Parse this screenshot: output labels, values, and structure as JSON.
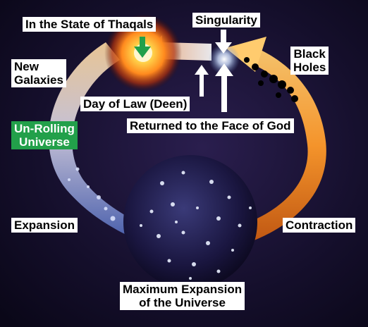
{
  "colors": {
    "space_dark": "#0a0718",
    "space_purple": "#2a1e4e",
    "hot_core": "#ff8a1e",
    "expansion_band": "#6e86c6",
    "contraction_band": "#ff9a2a",
    "label_bg": "#ffffff",
    "label_text": "#000000",
    "accent_green": "#22a04a",
    "arrow_white": "#ffffff"
  },
  "labels": {
    "state_of_thaqals": "In the State of Thaqals",
    "singularity": "Singularity",
    "black_holes": [
      "Black",
      "Holes"
    ],
    "new_galaxies": [
      "New",
      "Galaxies"
    ],
    "day_of_law": "Day of Law (Deen)",
    "returned_to_god": "Returned to the Face of God",
    "unrolling_universe": [
      "Un-Rolling",
      "Universe"
    ],
    "expansion": "Expansion",
    "contraction": "Contraction",
    "maximum_expansion": [
      "Maximum Expansion",
      "of the Universe"
    ]
  },
  "icons": {
    "thaqals_arrow": "green-down-arrow-icon",
    "singularity_arrow": "white-down-arrow-icon",
    "deen_arrow": "white-up-arrow-icon",
    "god_arrow": "white-up-arrow-icon"
  }
}
